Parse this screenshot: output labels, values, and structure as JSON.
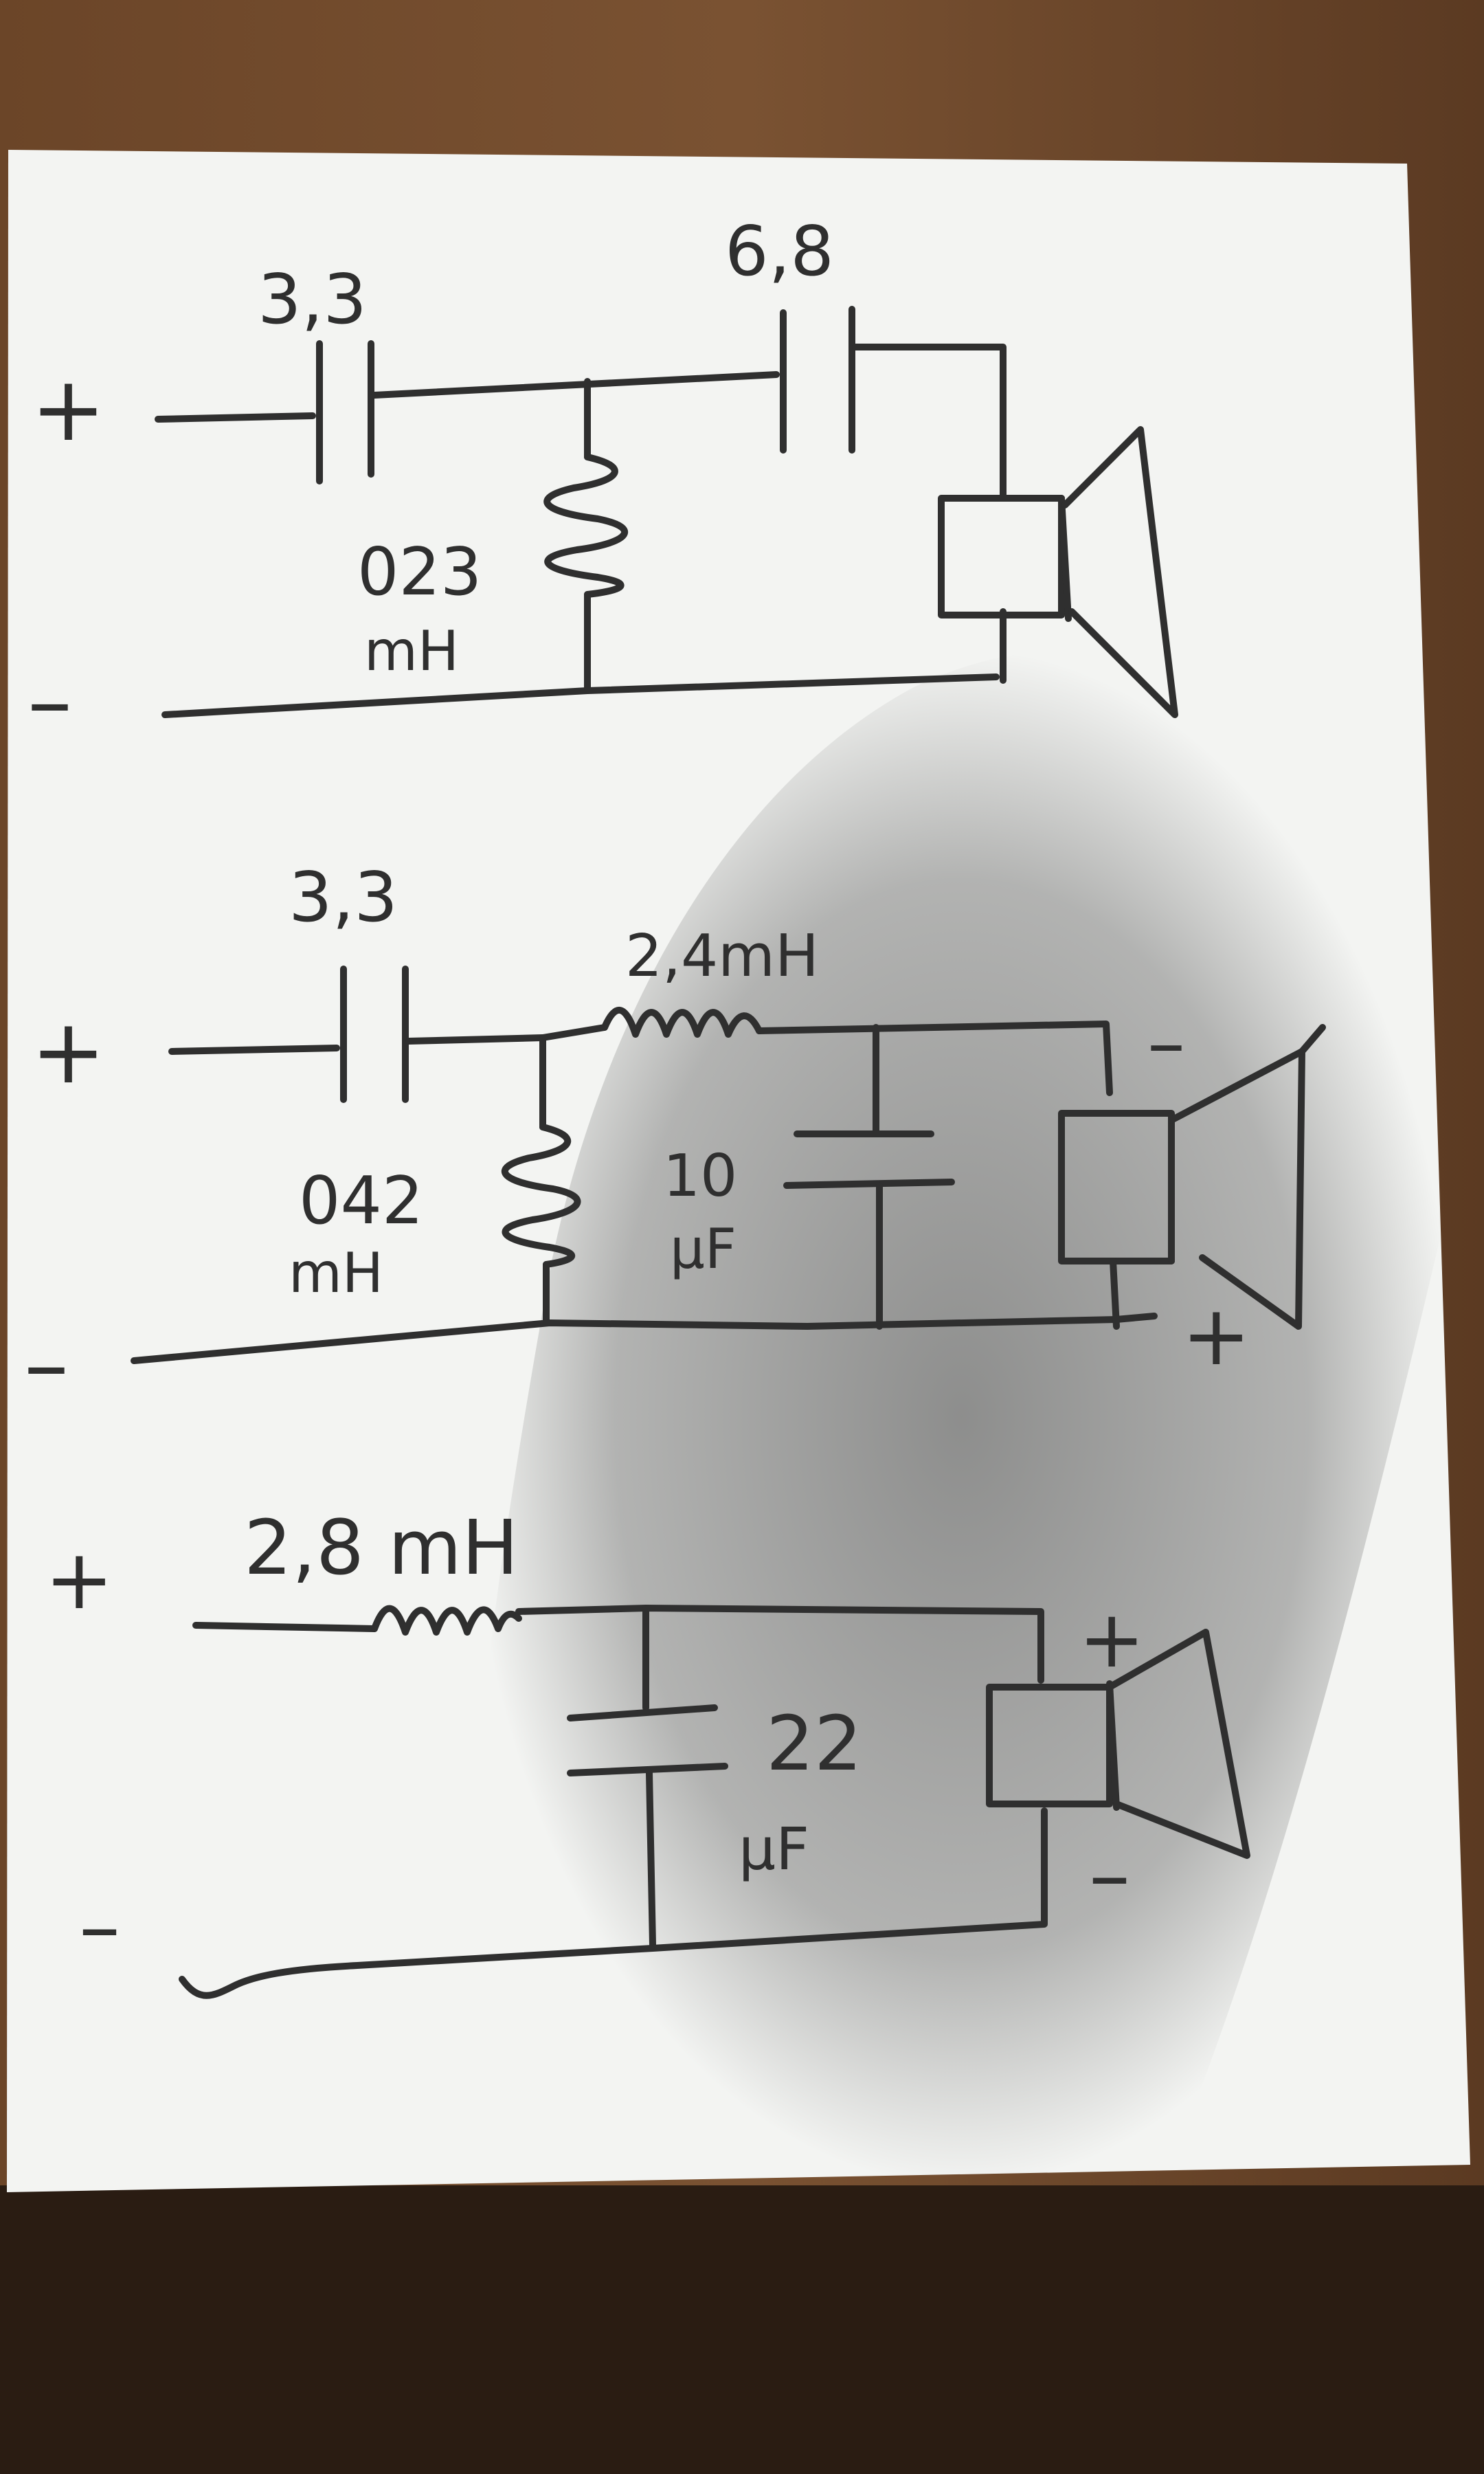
{
  "colors": {
    "paper": "#f3f4f2",
    "ink": "#2f2f2f",
    "table": "#5a3a24",
    "shadow": "#3a3a3a"
  },
  "circuits": [
    {
      "plus_sign": "+",
      "minus_sign": "–",
      "labels": [
        "3,3",
        "6,8",
        "023",
        "mH"
      ]
    },
    {
      "plus_sign": "+",
      "minus_sign": "–",
      "labels": [
        "3,3",
        "2,4mH",
        "042",
        "mH",
        "10",
        "μF"
      ],
      "speaker_minus": "–",
      "speaker_plus": "+"
    },
    {
      "plus_sign": "+",
      "minus_sign": "–",
      "labels": [
        "2,8 mH",
        "22",
        "μF"
      ],
      "speaker_plus": "+",
      "speaker_minus": "–"
    }
  ]
}
